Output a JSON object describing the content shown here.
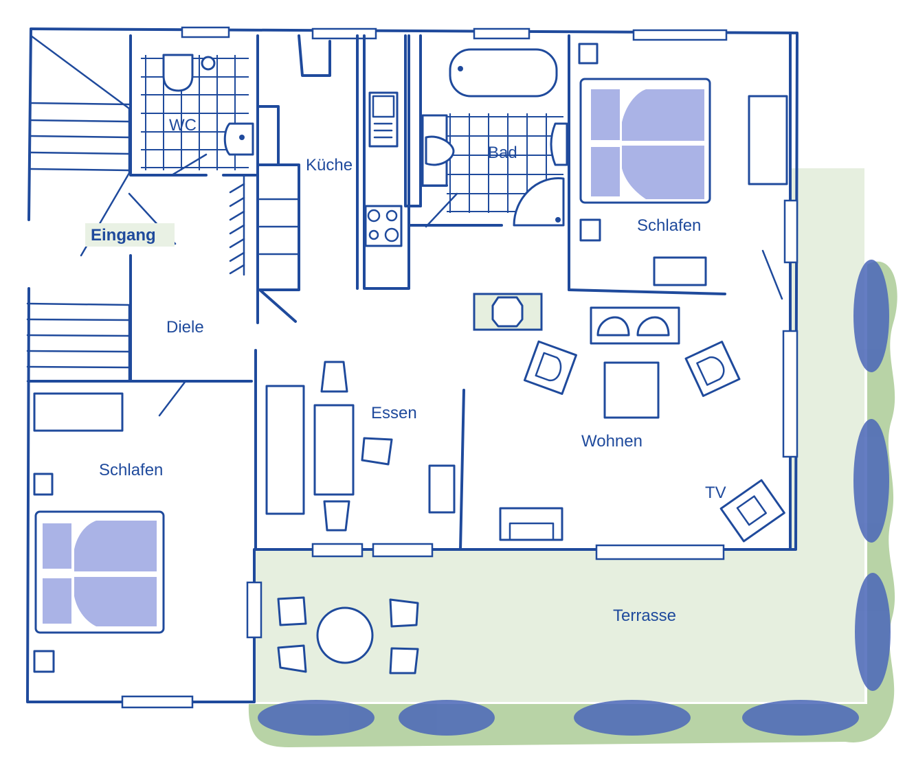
{
  "rooms": {
    "wc": "WC",
    "kueche": "Küche",
    "bad": "Bad",
    "schlafen_top": "Schlafen",
    "eingang": "Eingang",
    "diele": "Diele",
    "essen": "Essen",
    "wohnen": "Wohnen",
    "tv": "TV",
    "schlafen_left": "Schlafen",
    "terrasse": "Terrasse"
  },
  "colors": {
    "line": "#1f4a9c",
    "bed_fill": "#aab3e6",
    "terrace_fill": "#e6efdf",
    "garden_fill": "#b8d3a6",
    "hedge_fill": "#4a66b8",
    "label_bg": "#e9f1e4"
  }
}
